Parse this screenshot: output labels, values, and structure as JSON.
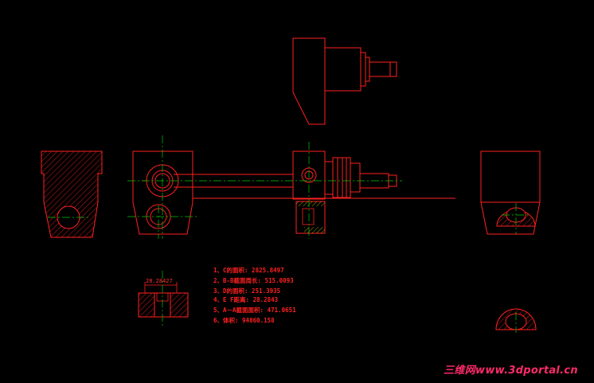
{
  "drawing": {
    "colors": {
      "background": "#000000",
      "outline": "#ff2020",
      "centerline": "#00c800",
      "hatch": "#ff2020",
      "hatch_alt": "#ffff00",
      "watermark": "#ff2a6a"
    },
    "dimension_label": "28.28427",
    "notes": [
      "1、C的面积: 2825.8497",
      "2、B-B截面周长: 515.0093",
      "3、D的面积: 251.3935",
      "4、E F距离: 28.2843",
      "5、A－A截面面积: 471.0651",
      "6、体积: 94860.158"
    ]
  },
  "watermark": {
    "text": "三维网www.3dportal.cn"
  }
}
